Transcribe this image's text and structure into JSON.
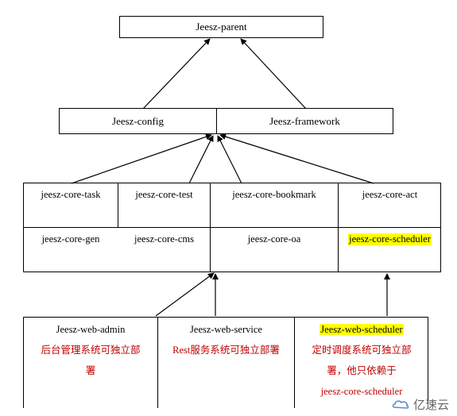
{
  "top": "Jeesz-parent",
  "level2": [
    "Jeesz-config",
    "Jeesz-framework"
  ],
  "core_grid": [
    [
      "jeesz-core-task",
      "jeesz-core-test",
      "jeesz-core-bookmark",
      "jeesz-core-act"
    ],
    [
      "jeesz-core-gen",
      "jeesz-core-cms",
      "jeesz-core-oa",
      "jeesz-core-scheduler"
    ]
  ],
  "web": [
    {
      "title": "Jeesz-web-admin",
      "desc": [
        "后台管理系统可独立部",
        "署"
      ]
    },
    {
      "title": "Jeesz-web-service",
      "desc": [
        "Rest服务系统可独立部署"
      ]
    },
    {
      "title": "Jeesz-web-scheduler",
      "desc": [
        "定时调度系统可独立部",
        "署，他只依赖于",
        "jeesz-core-scheduler"
      ]
    }
  ],
  "watermark": "亿速云",
  "colors": {
    "highlight": "#ffff00",
    "note": "#c00000"
  }
}
